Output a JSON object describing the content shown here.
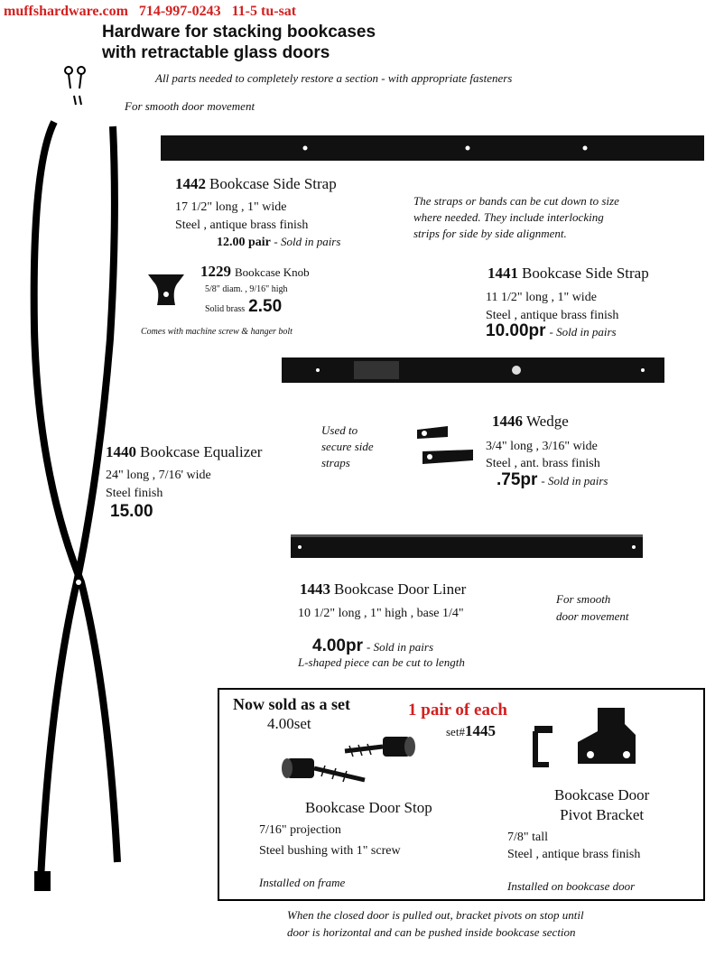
{
  "header": {
    "site": "muffshardware.com",
    "phone": "714-997-0243",
    "hours": "11-5 tu-sat",
    "title_line1": "Hardware for stacking bookcases",
    "title_line2": "with retractable glass doors",
    "subtitle": "All parts needed to completely restore a section - with appropriate fasteners",
    "smooth_note": "For smooth  door movement"
  },
  "products": {
    "p1442": {
      "number": "1442",
      "name": "Bookcase Side Strap",
      "dims": "17 1/2\" long , 1\" wide",
      "finish": "Steel ,  antique brass finish",
      "price": "12.00 pair",
      "note": "- Sold in pairs",
      "desc1": "The straps or bands can be cut down to size",
      "desc2": "where needed.  They include interlocking",
      "desc3": "strips for side by side alignment."
    },
    "p1229": {
      "number": "1229",
      "name": "Bookcase Knob",
      "dims": "5/8\" diam. , 9/16\" high",
      "material": "Solid brass",
      "price": "2.50",
      "note": "Comes with machine screw & hanger bolt"
    },
    "p1441": {
      "number": "1441",
      "name": "Bookcase Side Strap",
      "dims": "11 1/2\" long , 1\" wide",
      "finish": "Steel ,  antique brass finish",
      "price": "10.00pr",
      "note": "- Sold in pairs"
    },
    "p1440": {
      "number": "1440",
      "name": "Bookcase Equalizer",
      "dims": "24\" long , 7/16' wide",
      "finish": "Steel finish",
      "price": "15.00"
    },
    "p1446": {
      "number": "1446",
      "name": "Wedge",
      "used1": "Used to",
      "used2": "secure side",
      "used3": "straps",
      "dims": "3/4\" long , 3/16\" wide",
      "finish": "Steel , ant. brass finish",
      "price": ".75pr",
      "note": "- Sold in pairs"
    },
    "p1443": {
      "number": "1443",
      "name": "Bookcase Door Liner",
      "dims": "10 1/2\" long , 1\" high , base 1/4\"",
      "price": "4.00pr",
      "note": "- Sold in pairs",
      "desc": "L-shaped piece can be cut to length",
      "smooth1": "For smooth",
      "smooth2": "door movement"
    },
    "set1445": {
      "sold_as": "Now sold as a set",
      "set_price": "4.00set",
      "pair_note": "1 pair of each",
      "set_label": "set#",
      "set_number": "1445",
      "stop_name": "Bookcase Door Stop",
      "stop_proj": "7/16\" projection",
      "stop_bush": "Steel bushing with 1\" screw",
      "stop_install": "Installed on frame",
      "bracket_name1": "Bookcase Door",
      "bracket_name2": "Pivot Bracket",
      "bracket_tall": "7/8\" tall",
      "bracket_finish": "Steel , antique brass finish",
      "bracket_install": "Installed on bookcase door"
    }
  },
  "footer": {
    "line1": "When the closed door is pulled out, bracket pivots on stop until",
    "line2": "door is horizontal and can be pushed inside bookcase section"
  }
}
